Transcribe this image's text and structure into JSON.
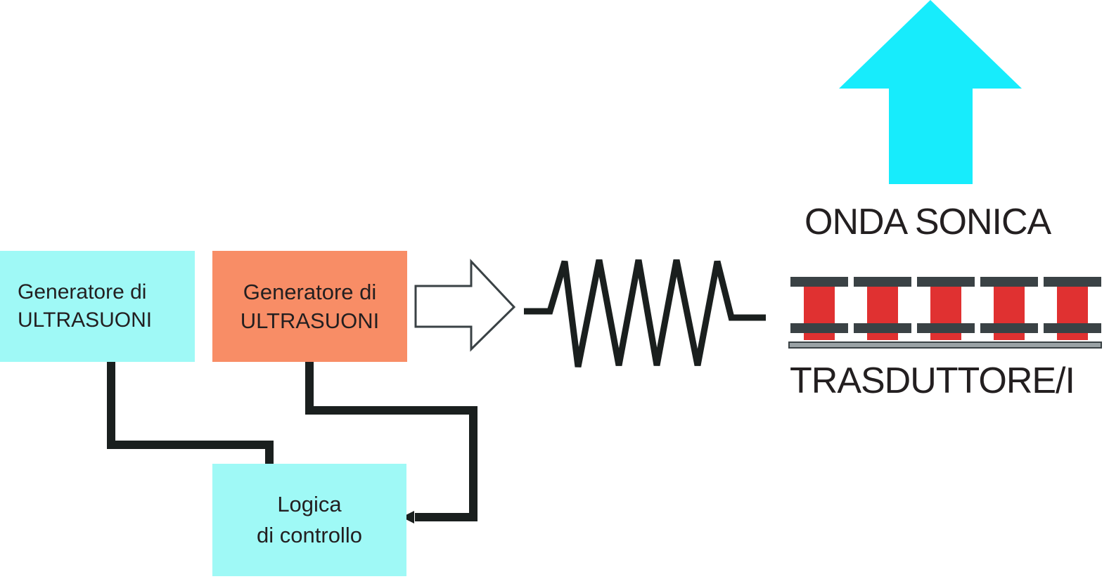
{
  "diagram": {
    "generator_left": {
      "line1": "Generatore di",
      "line2": "ULTRASUONI"
    },
    "generator_right": {
      "line1": "Generatore di",
      "line2": "ULTRASUONI"
    },
    "control_logic": {
      "line1": "Logica",
      "line2": "di controllo"
    },
    "sonic_wave_label": "ONDA SONICA",
    "transducer_label": "TRASDUTTORE/I"
  },
  "colors": {
    "cyan_box": "#9ff9f6",
    "orange_box": "#f88d66",
    "wave_arrow": "#17ecfc",
    "transducer_red": "#e03131",
    "transducer_plate": "#3a4245",
    "line_dark": "#1a1f1e"
  },
  "icons": {
    "amplifier": "hollow-arrow-icon",
    "signal": "zigzag-wave-icon",
    "sonic_wave": "up-arrow-icon",
    "transducer": "transducer-array-icon"
  }
}
